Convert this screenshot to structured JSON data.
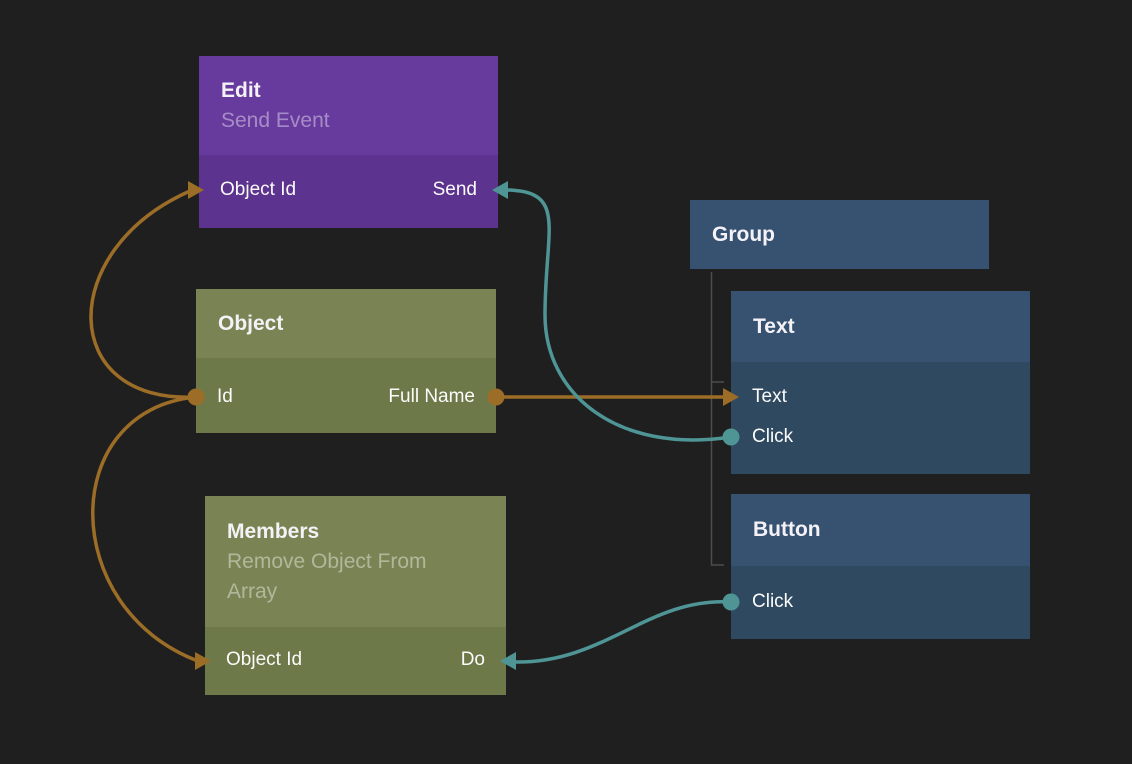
{
  "canvas": {
    "background": "#1f1f20"
  },
  "colors": {
    "data_wire": "#9c6d26",
    "signal_wire": "#4f9595",
    "hierarchy_line": "#4d4d4d",
    "title_text": "#f4f2f6",
    "subtitle_text": "rgba(255,255,255,0.42)",
    "port_text": "#fbfbfb"
  },
  "nodes": {
    "edit": {
      "title": "Edit",
      "subtitle": "Send Event",
      "colors": {
        "header": "#673a9d",
        "body": "#5c338e"
      },
      "ports": [
        {
          "left": "Object Id",
          "right": "Send"
        }
      ]
    },
    "object": {
      "title": "Object",
      "colors": {
        "header": "#798353",
        "body": "#6e794a"
      },
      "ports": [
        {
          "left": "Id",
          "right": "Full Name"
        }
      ]
    },
    "members": {
      "title": "Members",
      "subtitle": "Remove Object From Array",
      "colors": {
        "header": "#798353",
        "body": "#6e794a"
      },
      "ports": [
        {
          "left": "Object Id",
          "right": "Do"
        }
      ]
    },
    "group": {
      "title": "Group",
      "colors": {
        "header": "#365270"
      }
    },
    "text": {
      "title": "Text",
      "colors": {
        "header": "#365270",
        "body": "#2f4960"
      },
      "ports": [
        {
          "left": "Text"
        },
        {
          "left": "Click"
        }
      ]
    },
    "button": {
      "title": "Button",
      "colors": {
        "header": "#365270",
        "body": "#2f4960"
      },
      "ports": [
        {
          "left": "Click"
        }
      ]
    }
  },
  "connections": [
    {
      "from_node": "Object",
      "from_port": "Id",
      "to_node": "Edit",
      "to_port": "Object Id",
      "kind": "data"
    },
    {
      "from_node": "Object",
      "from_port": "Id",
      "to_node": "Members",
      "to_port": "Object Id",
      "kind": "data"
    },
    {
      "from_node": "Object",
      "from_port": "Full Name",
      "to_node": "Text",
      "to_port": "Text",
      "kind": "data"
    },
    {
      "from_node": "Text",
      "from_port": "Click",
      "to_node": "Edit",
      "to_port": "Send",
      "kind": "signal"
    },
    {
      "from_node": "Button",
      "from_port": "Click",
      "to_node": "Members",
      "to_port": "Do",
      "kind": "signal"
    }
  ],
  "hierarchy": {
    "parent": "Group",
    "children": [
      "Text",
      "Button"
    ]
  }
}
